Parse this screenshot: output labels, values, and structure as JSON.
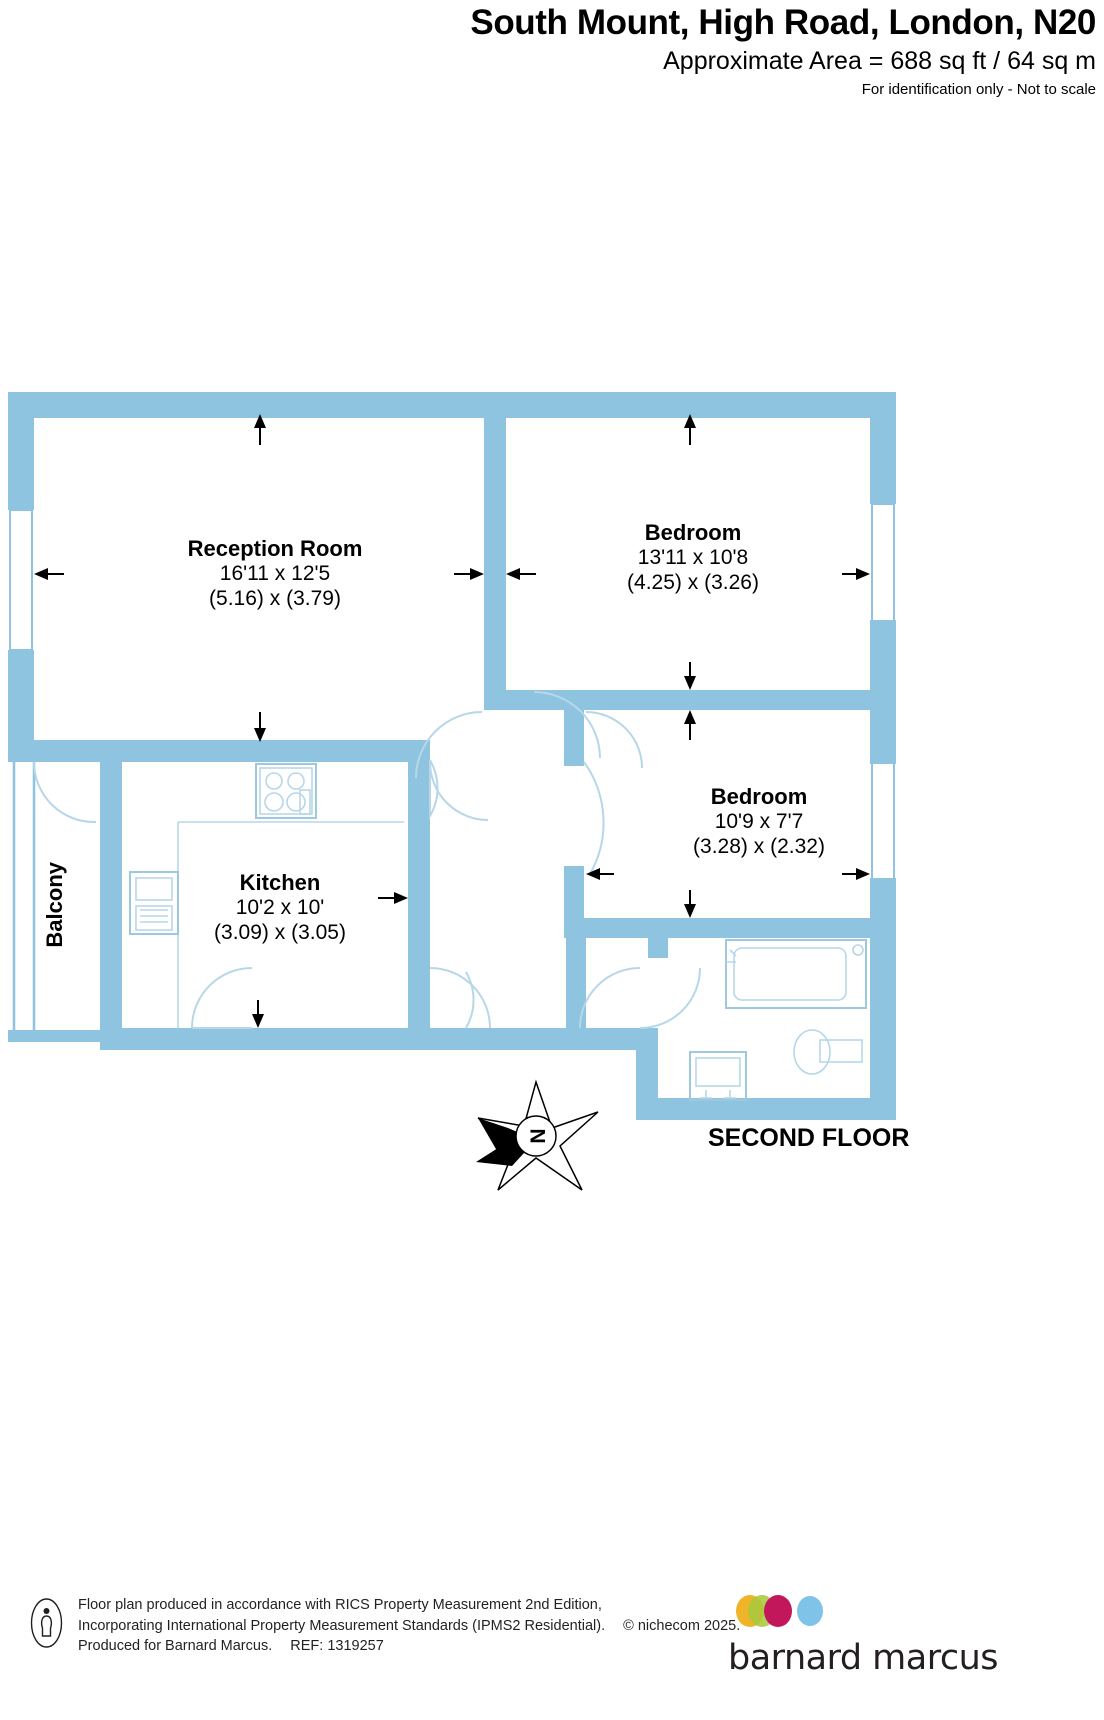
{
  "header": {
    "title": "South Mount, High Road, London, N20",
    "area": "Approximate Area = 688 sq ft / 64 sq m",
    "disclaimer": "For identification only - Not to scale"
  },
  "plan": {
    "floor_label": "SECOND FLOOR",
    "compass_letter": "N",
    "wall_color": "#8ec4e0",
    "fixture_color": "#9ec8dd",
    "rooms": [
      {
        "id": "reception-room",
        "name": "Reception Room",
        "imperial": "16'11 x 12'5",
        "metric": "(5.16) x (3.79)"
      },
      {
        "id": "bedroom-1",
        "name": "Bedroom",
        "imperial": "13'11 x 10'8",
        "metric": "(4.25) x (3.26)"
      },
      {
        "id": "bedroom-2",
        "name": "Bedroom",
        "imperial": "10'9 x 7'7",
        "metric": "(3.28) x (2.32)"
      },
      {
        "id": "kitchen",
        "name": "Kitchen",
        "imperial": "10'2 x 10'",
        "metric": "(3.09) x (3.05)"
      },
      {
        "id": "balcony",
        "name": "Balcony",
        "imperial": "",
        "metric": ""
      }
    ]
  },
  "footer": {
    "line1": "Floor plan produced in accordance with RICS Property Measurement 2nd Edition,",
    "line2": "Incorporating International Property Measurement Standards (IPMS2 Residential).",
    "copyright": "© nichecom 2025.",
    "line3": "Produced for Barnard Marcus.",
    "ref": "REF:  1319257",
    "brand": "barnard marcus",
    "brand_colors": [
      "#f0b429",
      "#a8c83c",
      "#c2185b",
      "#7fc4e8"
    ]
  }
}
